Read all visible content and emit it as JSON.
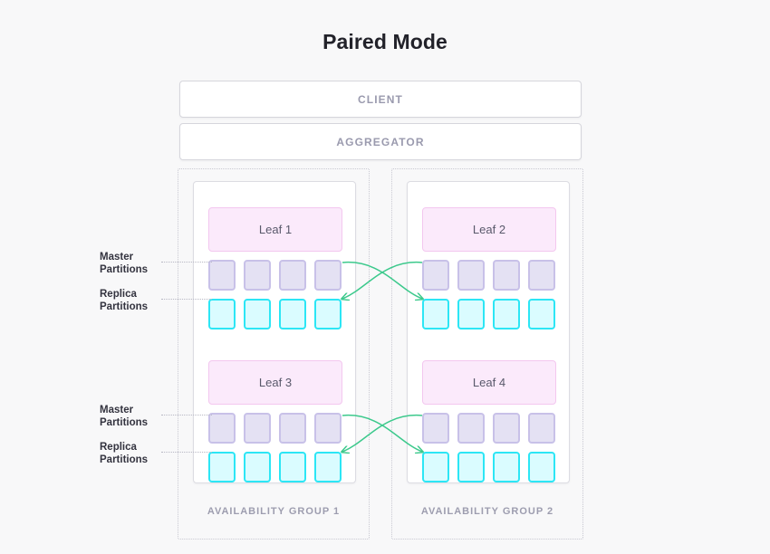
{
  "title": "Paired Mode",
  "top_bars": [
    {
      "name": "client",
      "label": "CLIENT"
    },
    {
      "name": "aggregator",
      "label": "AGGREGATOR"
    }
  ],
  "side_labels": {
    "master_line1": "Master",
    "master_line2": "Partitions",
    "replica_line1": "Replica",
    "replica_line2": "Partitions"
  },
  "availability_groups": [
    {
      "label": "AVAILABILITY GROUP 1",
      "leaves": [
        {
          "name": "Leaf 1",
          "master_partitions": 4,
          "replica_partitions": 4
        },
        {
          "name": "Leaf 3",
          "master_partitions": 4,
          "replica_partitions": 4
        }
      ]
    },
    {
      "label": "AVAILABILITY GROUP 2",
      "leaves": [
        {
          "name": "Leaf 2",
          "master_partitions": 4,
          "replica_partitions": 4
        },
        {
          "name": "Leaf 4",
          "master_partitions": 4,
          "replica_partitions": 4
        }
      ]
    }
  ],
  "replication_arrows": [
    {
      "from": "Leaf 1 master partitions",
      "to": "Leaf 2 replica partitions"
    },
    {
      "from": "Leaf 2 master partitions",
      "to": "Leaf 1 replica partitions"
    },
    {
      "from": "Leaf 3 master partitions",
      "to": "Leaf 4 replica partitions"
    },
    {
      "from": "Leaf 4 master partitions",
      "to": "Leaf 3 replica partitions"
    }
  ],
  "colors": {
    "background": "#f8f8f9",
    "title_text": "#22222a",
    "bar_text": "#9a9aae",
    "leaf_fill": "#fbeafb",
    "leaf_border": "#f3c7ef",
    "master_fill": "#e4e1f3",
    "master_border": "#c8c1e8",
    "replica_fill": "#dafcff",
    "replica_border": "#2ce6f5",
    "arrow": "#3cc98c",
    "group_border": "#c9c9d2"
  }
}
